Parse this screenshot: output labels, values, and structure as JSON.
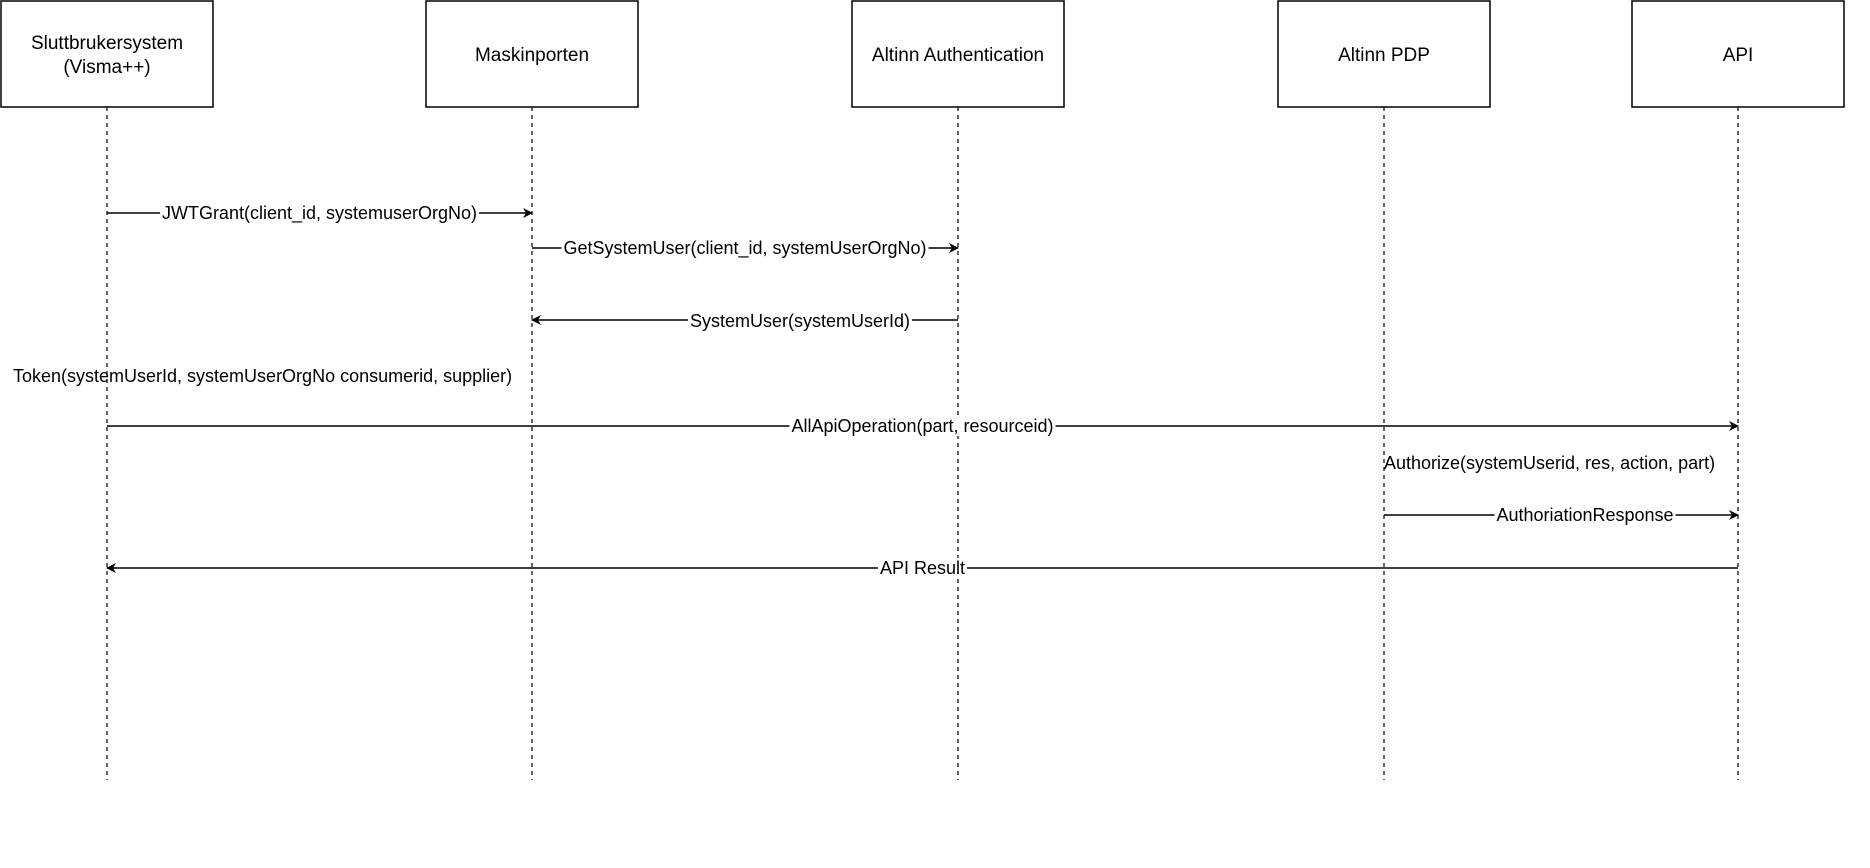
{
  "participants": [
    {
      "id": "p0",
      "lines": [
        "Sluttbrukersystem",
        "(Visma++)"
      ]
    },
    {
      "id": "p1",
      "lines": [
        "Maskinporten"
      ]
    },
    {
      "id": "p2",
      "lines": [
        "Altinn Authentication"
      ]
    },
    {
      "id": "p3",
      "lines": [
        "Altinn PDP"
      ]
    },
    {
      "id": "p4",
      "lines": [
        "API"
      ]
    }
  ],
  "messages": [
    {
      "from": 0,
      "to": 1,
      "label": "JWTGrant(client_id, systemuserOrgNo)"
    },
    {
      "from": 1,
      "to": 2,
      "label": "GetSystemUser(client_id, systemUserOrgNo)"
    },
    {
      "from": 2,
      "to": 1,
      "label": "SystemUser(systemUserId)"
    },
    {
      "from": 0,
      "to": 4,
      "label": "AllApiOperation(part, resourceid)"
    },
    {
      "from": 3,
      "to": 4,
      "label": "AuthoriationResponse"
    },
    {
      "from": 4,
      "to": 0,
      "label": "API Result"
    }
  ],
  "notes": [
    {
      "label": "Token(systemUserId, systemUserOrgNo consumerid, supplier)"
    },
    {
      "label": "Authorize(systemUserid, res, action, part)"
    }
  ],
  "colors": {
    "line": "#000000",
    "box_fill": "#ffffff",
    "background": "#ffffff"
  }
}
